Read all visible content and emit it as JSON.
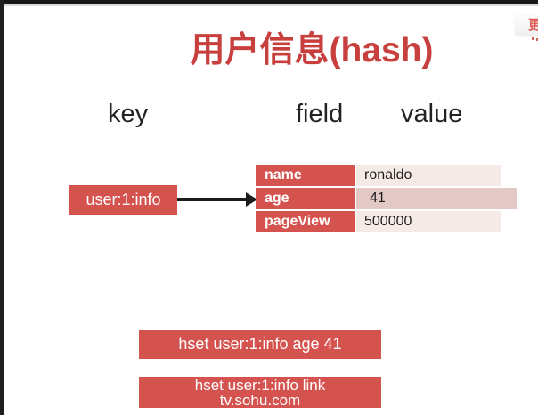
{
  "window": {
    "top_bar_color": "#181818",
    "background": "#ffffff"
  },
  "corner_badge": {
    "label": "更"
  },
  "title": {
    "text": "用户信息(hash)",
    "color": "#c7403e"
  },
  "column_headers": {
    "key": "key",
    "field": "field",
    "value": "value"
  },
  "key_node": {
    "label": "user:1:info"
  },
  "hash_table": {
    "rows": [
      {
        "field": "name",
        "value": "ronaldo"
      },
      {
        "field": "age",
        "value": "41"
      },
      {
        "field": "pageView",
        "value": "500000"
      }
    ],
    "highlighted_row": "age"
  },
  "commands": {
    "first": {
      "text": "hset user:1:info age 41"
    },
    "second": {
      "line1": "hset user:1:info link",
      "line2": "tv.sohu.com"
    }
  },
  "colors": {
    "accent_red": "#d4534f",
    "title_red": "#c7403e",
    "value_cell_bg": "#f6eae7",
    "highlighted_value_bg": "#e3c9c5",
    "arrow_black": "#1c1c1c"
  }
}
